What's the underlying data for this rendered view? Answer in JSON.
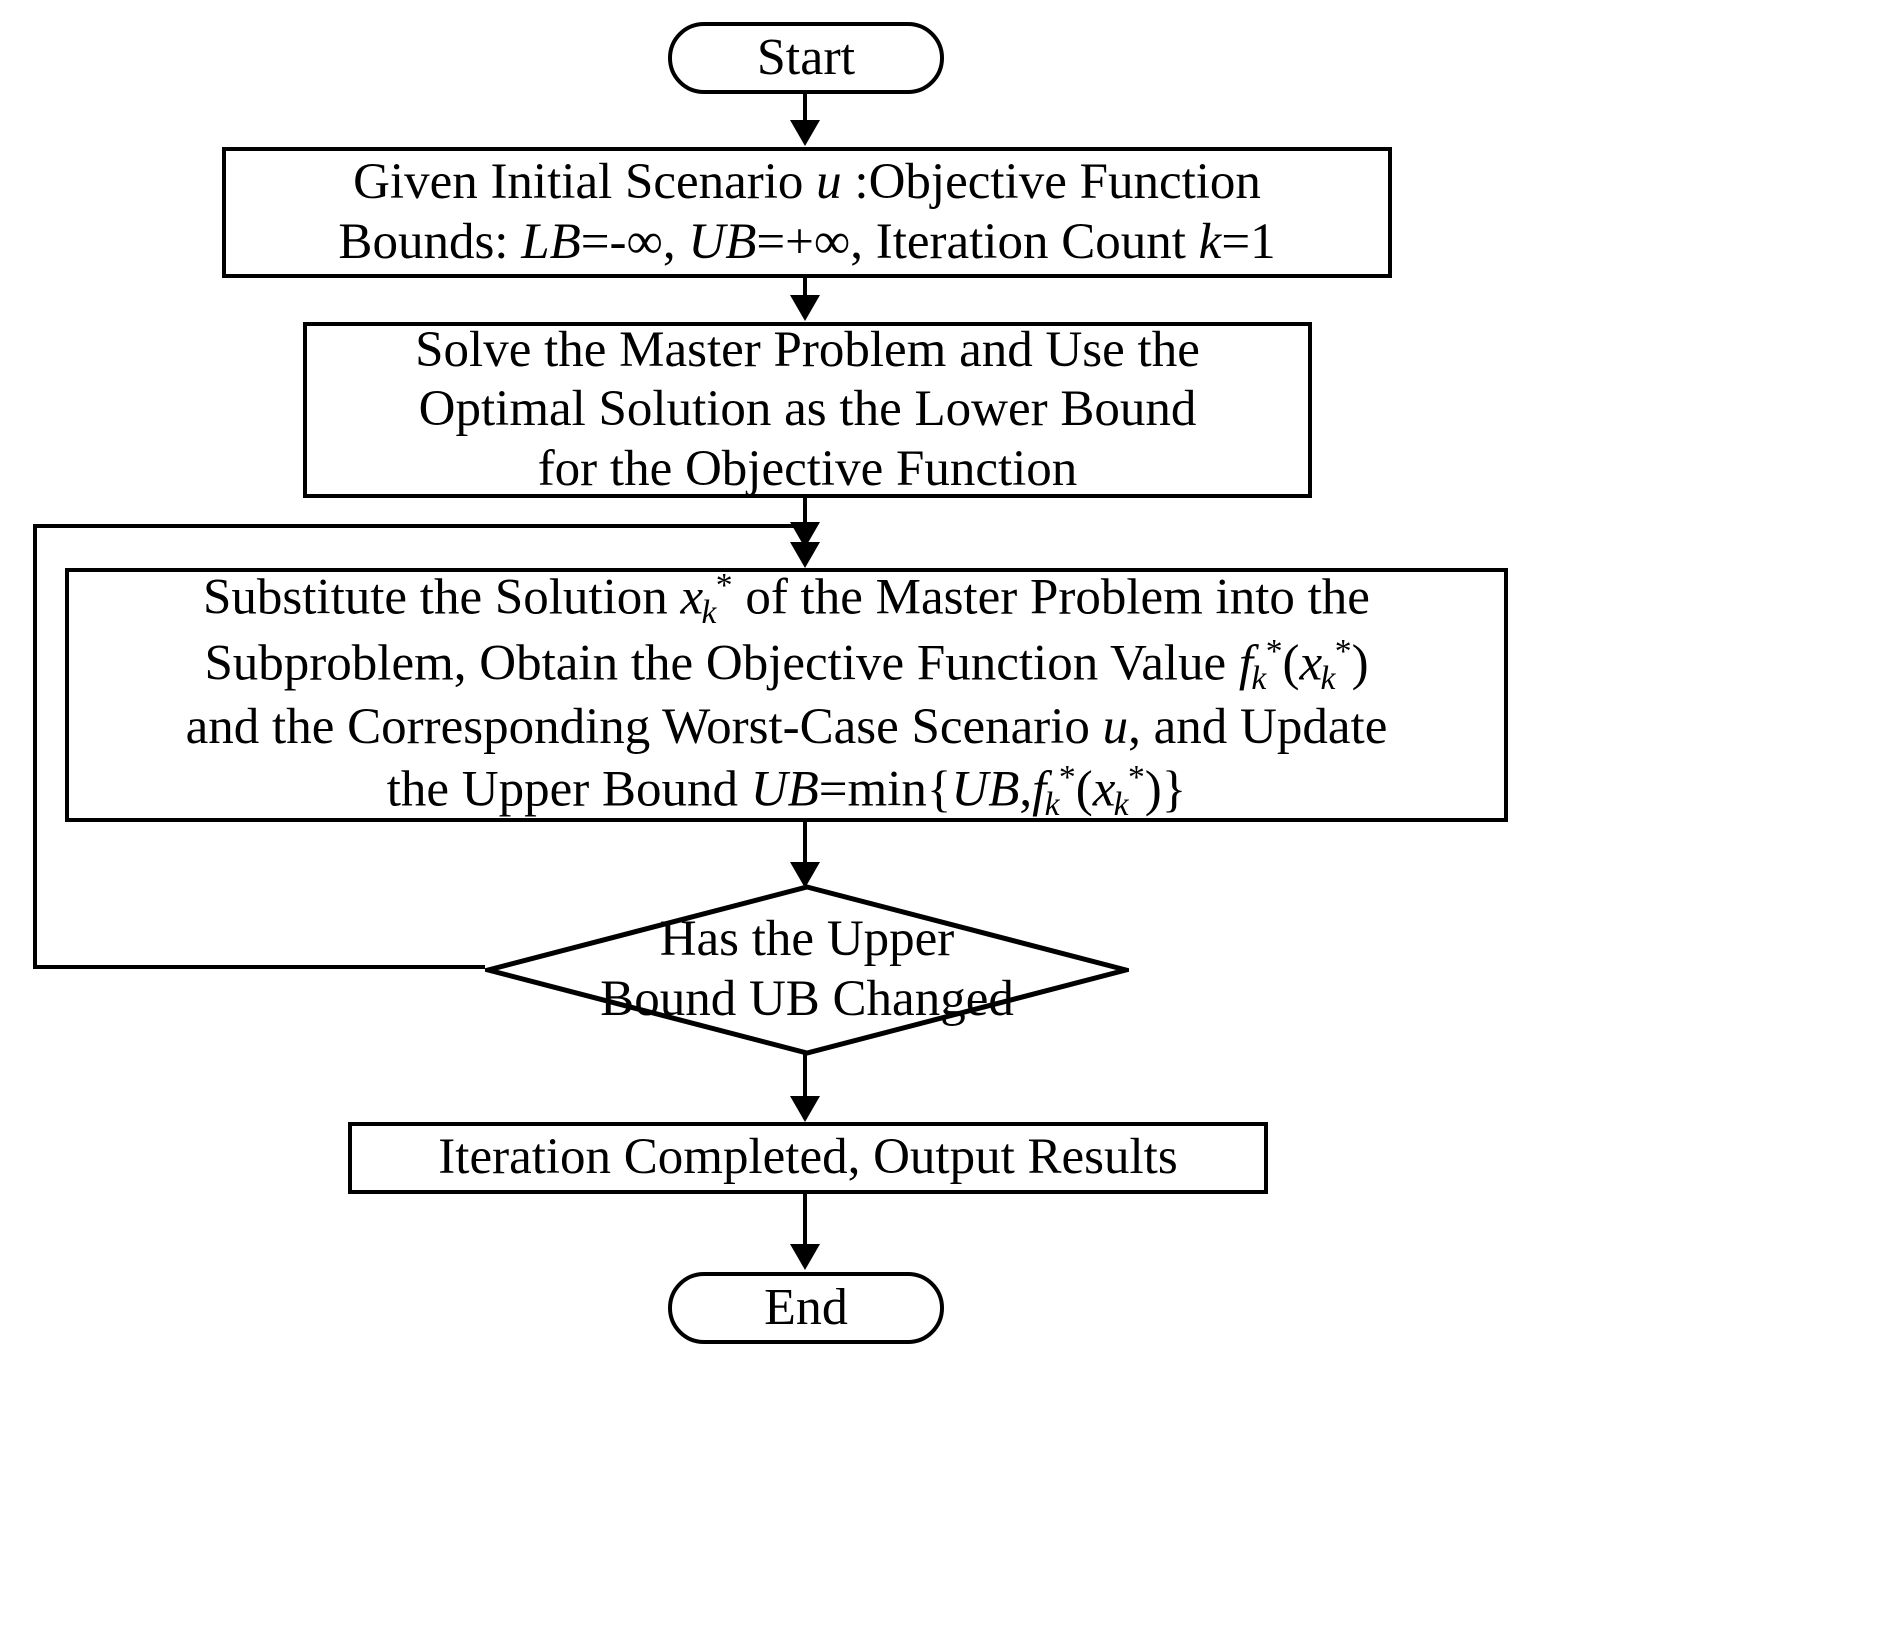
{
  "diagram": {
    "type": "flowchart",
    "title": "Column-and-Constraint Generation Algorithm Flowchart",
    "background_color": "#ffffff",
    "line_color": "#000000",
    "text_color": "#000000"
  },
  "nodes": {
    "start": {
      "shape": "terminator",
      "label": "Start"
    },
    "init": {
      "shape": "process",
      "line1_a": "Given Initial Scenario ",
      "line1_u": "u",
      "line1_b": " :Objective Function",
      "line2_a": "Bounds: ",
      "line2_lb": "LB",
      "line2_b": "=-∞, ",
      "line2_ub": "UB",
      "line2_c": "=+∞, Iteration Count ",
      "line2_k": "k",
      "line2_d": "=1"
    },
    "master": {
      "shape": "process",
      "line1": "Solve the Master Problem and Use the",
      "line2": "Optimal Solution as the Lower Bound",
      "line3": "for the Objective Function"
    },
    "subproblem": {
      "shape": "process",
      "line1_a": "Substitute the Solution ",
      "line1_x": "x",
      "line1_xsub": "k",
      "line1_xsup": "*",
      "line1_b": " of the Master Problem into the",
      "line2_a": "Subproblem, Obtain the Objective Function Value ",
      "line2_f": "f",
      "line2_fsub": "k",
      "line2_fsup": "*",
      "line2_b": "(",
      "line2_x": "x",
      "line2_xsub": "k",
      "line2_xsup": "*",
      "line2_c": ")",
      "line3_a": "and the Corresponding Worst-Case Scenario ",
      "line3_u": "u",
      "line3_b": ", and Update",
      "line4_a": "the Upper Bound ",
      "line4_ub": "UB",
      "line4_b": "=min{",
      "line4_ub2": "UB",
      "line4_c": ",",
      "line4_f": "f",
      "line4_fsub": "k",
      "line4_fsup": "*",
      "line4_d": "(",
      "line4_x": "x",
      "line4_xsub": "k",
      "line4_xsup": "*",
      "line4_e": ")}"
    },
    "decision": {
      "shape": "diamond",
      "line1": "Has the Upper",
      "line2": "Bound UB Changed"
    },
    "output": {
      "shape": "process",
      "label": "Iteration Completed, Output Results"
    },
    "end": {
      "shape": "terminator",
      "label": "End"
    }
  },
  "edges": [
    {
      "name": "start-to-init",
      "from": "start",
      "to": "init",
      "label": ""
    },
    {
      "name": "init-to-master",
      "from": "init",
      "to": "master",
      "label": ""
    },
    {
      "name": "master-to-subproblem",
      "from": "master",
      "to": "subproblem",
      "label": ""
    },
    {
      "name": "subproblem-to-decision",
      "from": "subproblem",
      "to": "decision",
      "label": ""
    },
    {
      "name": "decision-loop-back",
      "from": "decision",
      "to": "subproblem",
      "label": ""
    },
    {
      "name": "decision-to-output",
      "from": "decision",
      "to": "output",
      "label": ""
    },
    {
      "name": "output-to-end",
      "from": "output",
      "to": "end",
      "label": ""
    }
  ]
}
